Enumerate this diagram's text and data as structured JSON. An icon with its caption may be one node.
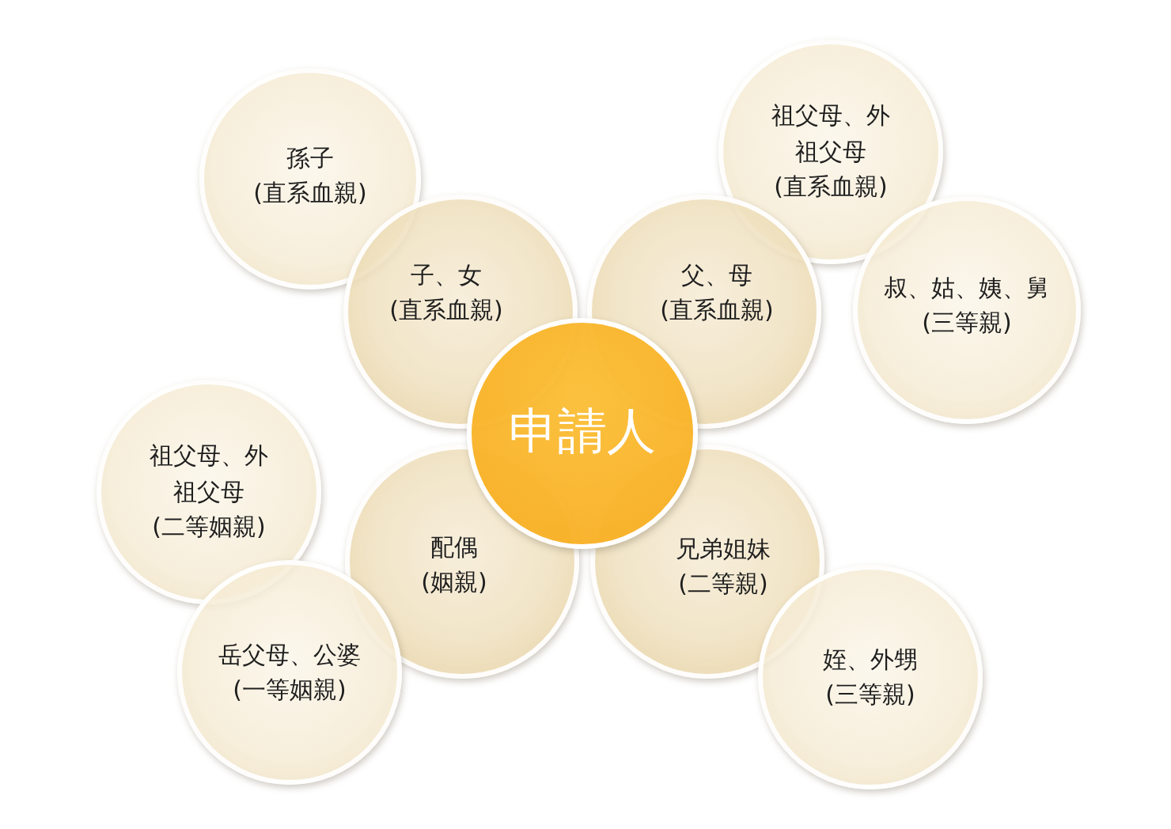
{
  "diagram": {
    "nodes": [
      {
        "text": [
          "孫子",
          "(直系血親)"
        ]
      },
      {
        "text": [
          "祖父母、外祖父母",
          "(直系血親)"
        ]
      },
      {
        "text": [
          "子、女",
          "(直系血親)"
        ]
      },
      {
        "text": [
          "父、母",
          "(直系血親)"
        ]
      },
      {
        "text": [
          "叔、姑、姨、舅",
          "(三等親)"
        ]
      },
      {
        "text": [
          "申請人"
        ]
      },
      {
        "text": [
          "祖父母、外祖父母",
          "(二等姻親)"
        ]
      },
      {
        "text": [
          "配偶",
          "(姻親)"
        ]
      },
      {
        "text": [
          "兄弟姐妹",
          "(二等親)"
        ]
      },
      {
        "text": [
          "岳父母、公婆",
          "(一等姻親)"
        ]
      },
      {
        "text": [
          "姪、外甥",
          "(三等親)"
        ]
      }
    ]
  }
}
